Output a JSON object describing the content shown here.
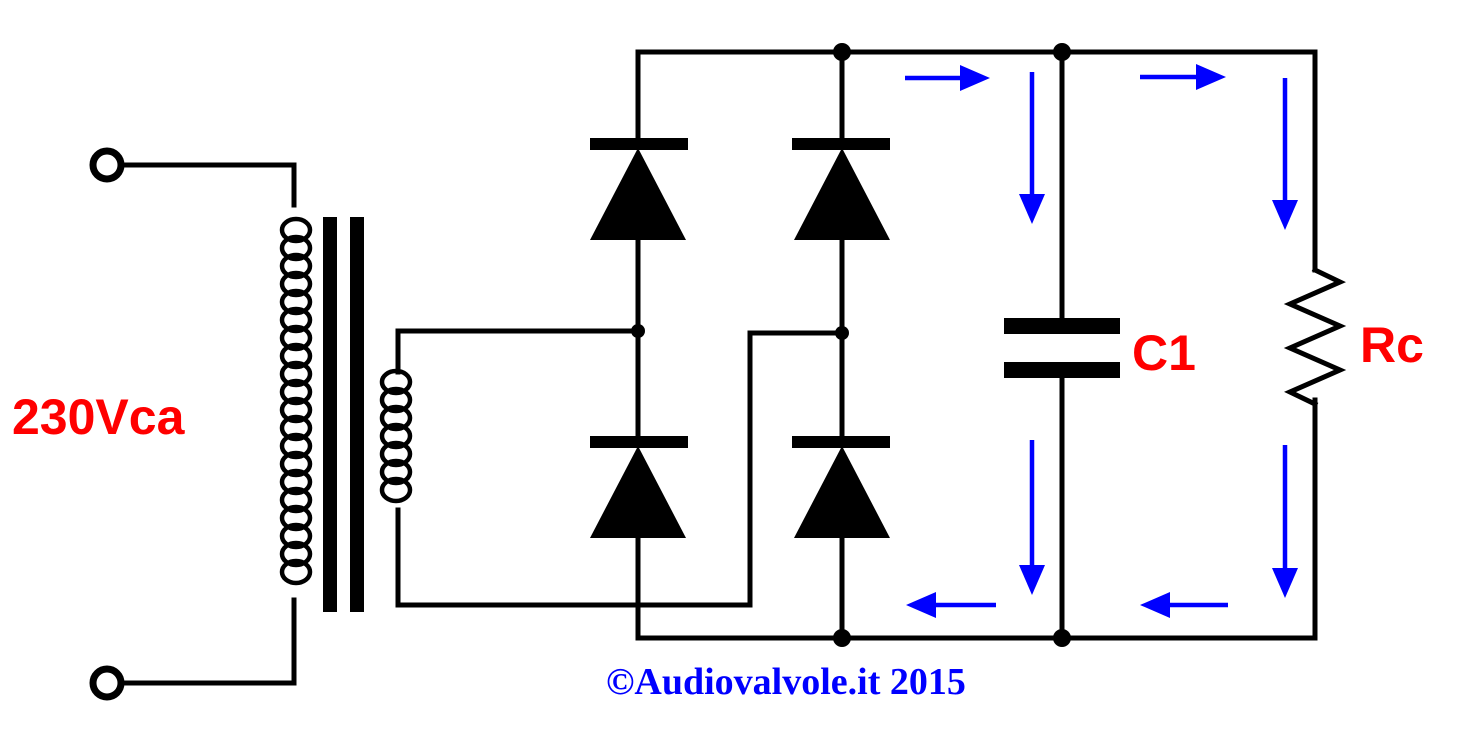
{
  "labels": {
    "input_voltage": "230Vca",
    "capacitor": "C1",
    "load_resistor": "Rc",
    "copyright": "©Audiovalvole.it 2015"
  },
  "colors": {
    "wire": "#000000",
    "label": "#ff0000",
    "current_flow": "#0000ff",
    "copyright": "#0000ff"
  },
  "components": {
    "transformer": "transformer",
    "diodes": [
      "diode",
      "diode",
      "diode",
      "diode"
    ],
    "capacitor": "capacitor",
    "resistor": "resistor"
  }
}
